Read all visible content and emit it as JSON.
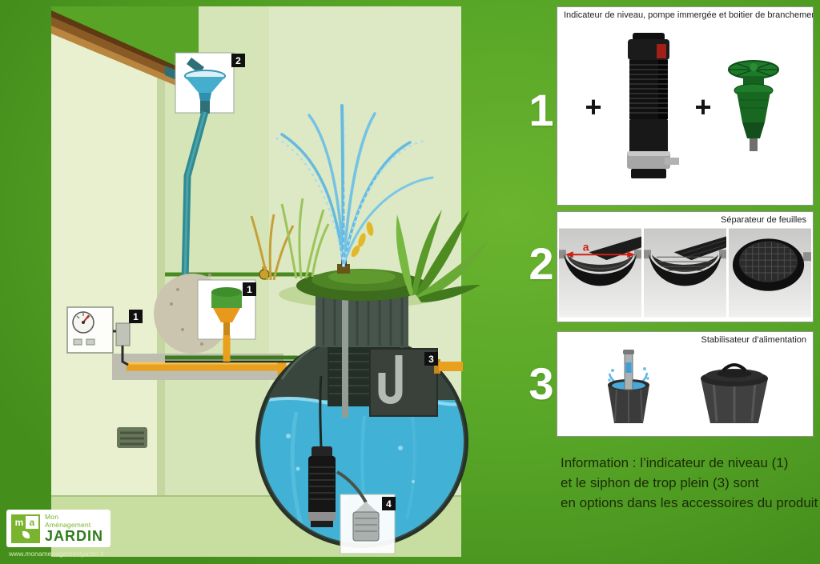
{
  "page": {
    "bg_green": "#57a527",
    "label_black": "#101010",
    "pipe_orange": "#e8a01e",
    "water_blue": "#41b2d6",
    "brand_green": "#7ab32e"
  },
  "scene": {
    "labels": {
      "level_indicator": "1",
      "connection_box": "1",
      "leaf_separator": "2",
      "overflow_siphon": "3",
      "pump": "4"
    }
  },
  "panels": [
    {
      "number": "1",
      "title": "Indicateur de niveau, pompe immergée et boitier de branchement",
      "plus_left": "+",
      "plus_right": "+"
    },
    {
      "number": "2",
      "title": "Séparateur de feuilles",
      "dimension_label": "a"
    },
    {
      "number": "3",
      "title": "Stabilisateur d’alimentation"
    }
  ],
  "info": {
    "line1": "Information : l’indicateur de niveau (1)",
    "line2": "et le siphon de trop plein (3) sont",
    "line3": "en options dans les accessoires du produit"
  },
  "logo": {
    "monogram_1": "m",
    "monogram_2": "a",
    "brand_line1": "Mon Aménagement",
    "brand_line2": "JARDIN",
    "url": "www.monamenagementjardin.fr"
  }
}
